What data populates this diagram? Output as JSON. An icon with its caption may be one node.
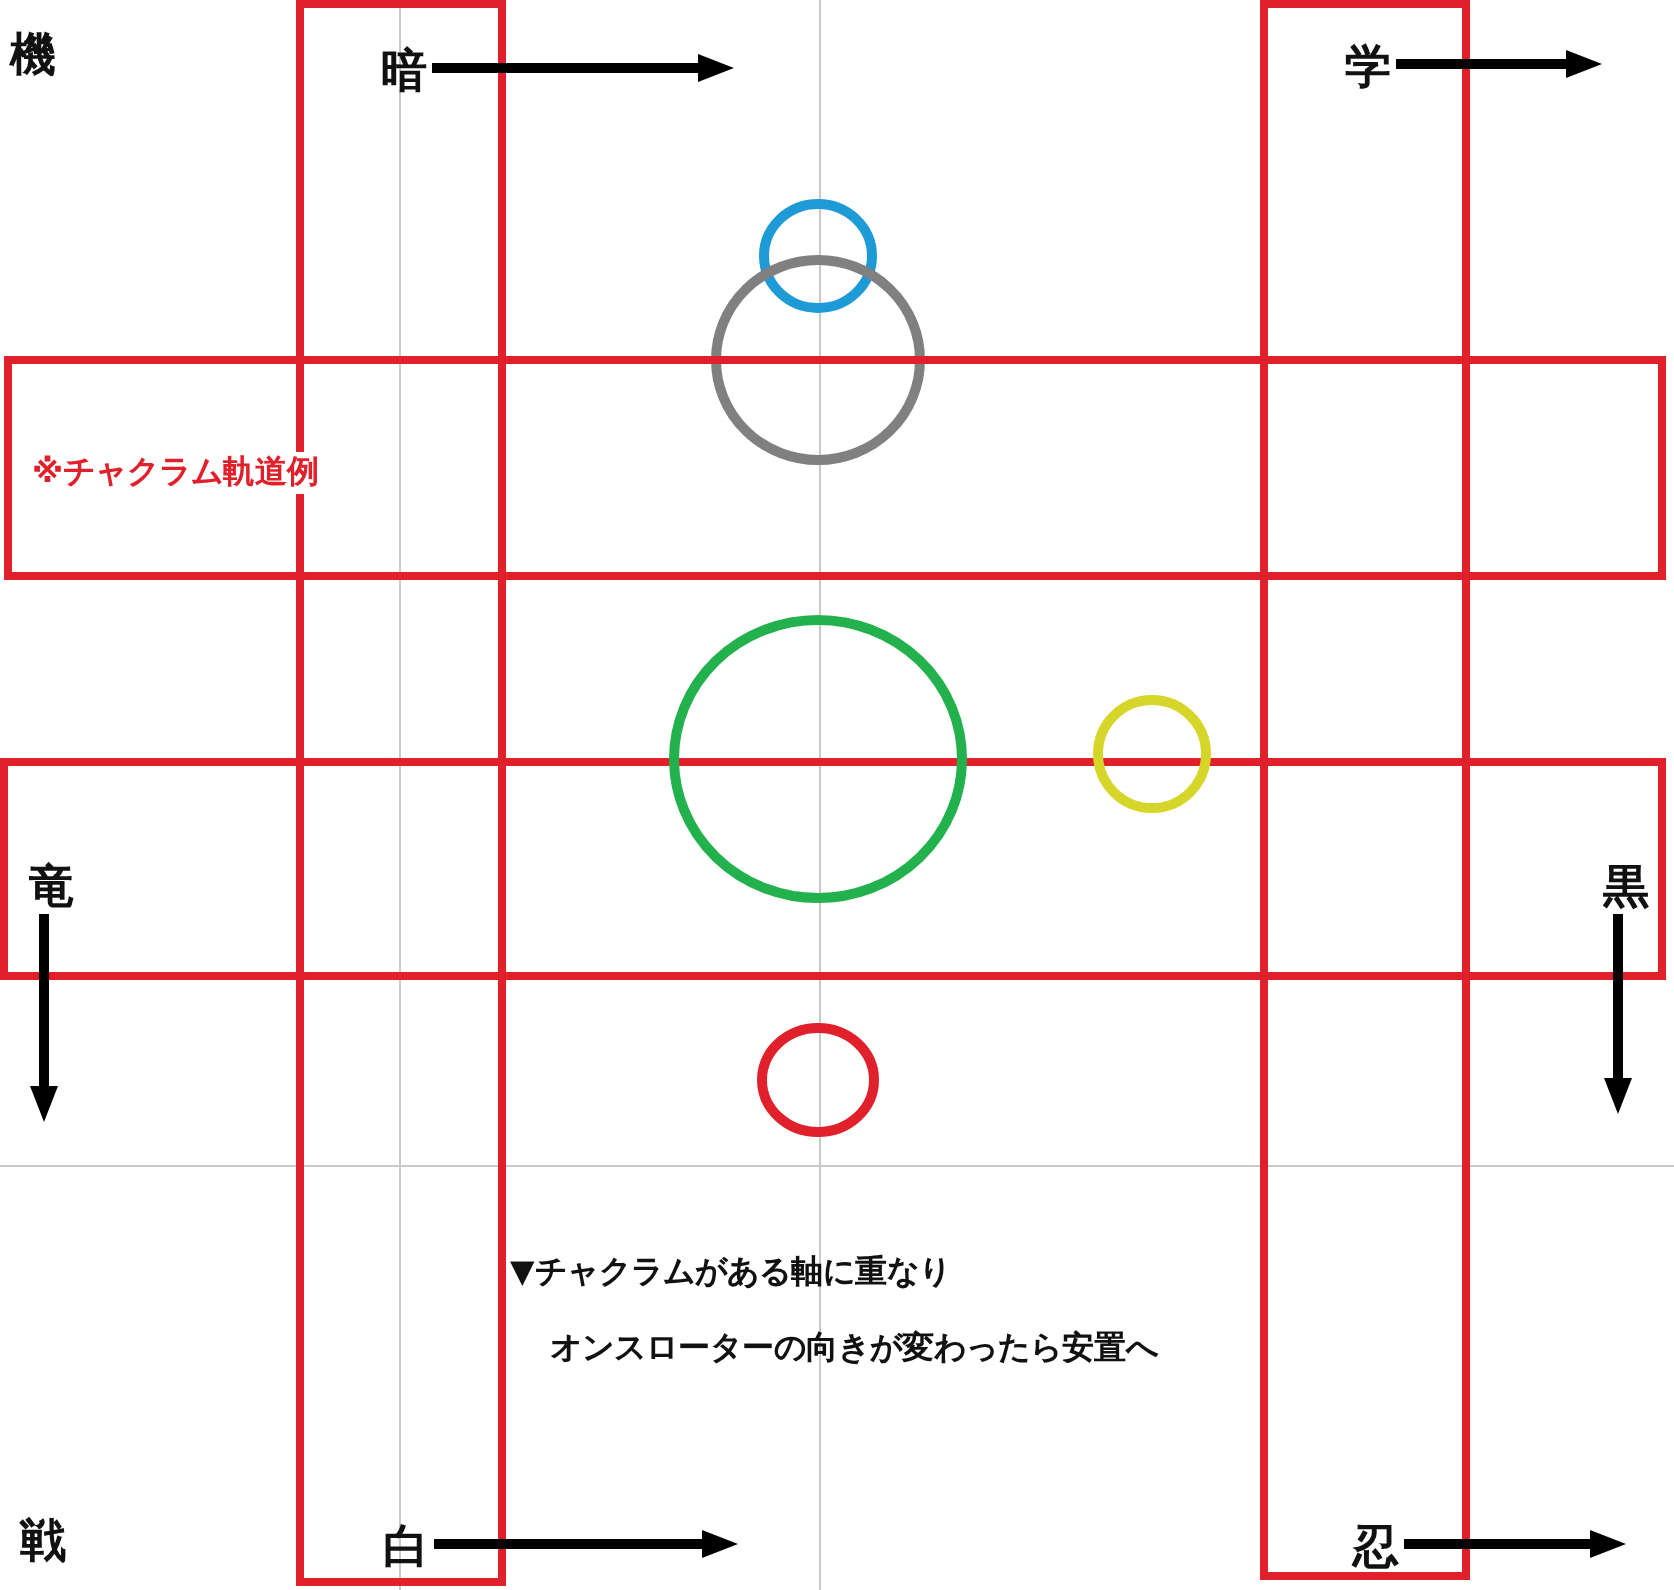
{
  "diagram": {
    "nodes": [
      {
        "text": [],
        "shape": "bar"
      },
      {
        "text": [
          "暗"
        ],
        "in": 0
      },
      {
        "text": [],
        "shape": "bar"
      },
      {
        "text": [
          "学"
        ],
        "in": 2
      },
      {
        "text": [],
        "shape": "circle"
      },
      {
        "text": [],
        "shape": "circle"
      },
      {
        "text": [
          "※チャクラム軌道例"
        ]
      },
      {
        "text": [],
        "shape": "circle"
      },
      {
        "text": [],
        "shape": "circle"
      },
      {
        "text": [],
        "shape": "bar"
      },
      {
        "text": [
          "竜"
        ],
        "in": 9
      },
      {
        "text": [
          "黒"
        ],
        "in": 9
      },
      {
        "text": [],
        "shape": "circle"
      },
      {
        "text": [
          "白"
        ],
        "in": 0
      },
      {
        "text": [
          "忍"
        ],
        "in": 2
      }
    ],
    "edges": [
      {
        "from": 1,
        "to": null,
        "arrow": "to"
      },
      {
        "from": 3,
        "to": null,
        "arrow": "to"
      },
      {
        "from": 10,
        "to": null,
        "arrow": "to"
      },
      {
        "from": 11,
        "to": null,
        "arrow": "to"
      },
      {
        "from": 13,
        "to": null,
        "arrow": "to"
      },
      {
        "from": 14,
        "to": null,
        "arrow": "to"
      }
    ],
    "labels": [
      "機",
      "▼チャクラムがある軸に重なり",
      "オンスローターの向きが変わったら安置へ",
      "戦"
    ]
  }
}
